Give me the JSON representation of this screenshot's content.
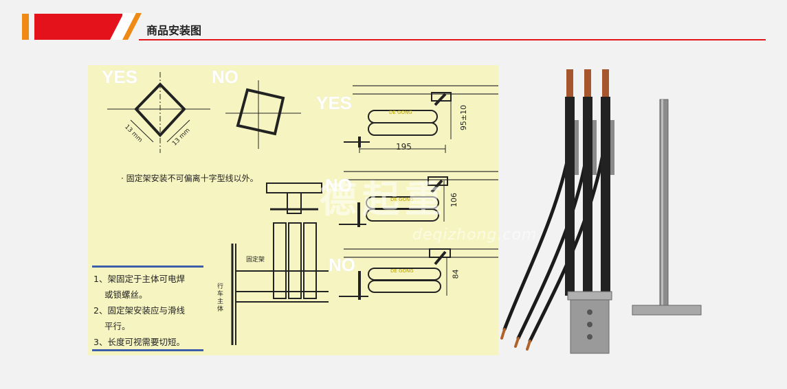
{
  "header": {
    "title": "商品安装图"
  },
  "diagram": {
    "yes_label_1": "YES",
    "no_label_1": "NO",
    "yes_label_2": "YES",
    "no_label_2": "NO",
    "no_label_3": "NO",
    "dim_13mm_a": "13 mm",
    "dim_13mm_b": "13 mm",
    "note": "· 固定架安装不可偏离十字型线以外。",
    "dim_195": "195",
    "dim_95": "95±10",
    "dim_106": "106",
    "dim_84": "84",
    "brand_small_1": "DE GONG",
    "brand_small_2": "DE GONG",
    "brand_small_3": "DE GONG",
    "label_fixed_frame": "固定架",
    "label_vehicle_body": "行车主体",
    "instructions": [
      "1、架固定于主体可电焊",
      "或锁螺丝。",
      "2、固定架安装应与滑线",
      "平行。",
      "3、长度可视需要切短。"
    ]
  },
  "watermark": {
    "cn": "德起重",
    "en": "deqizhong.com"
  },
  "colors": {
    "accent_red": "#e4131b",
    "accent_orange": "#f08a17",
    "panel_bg": "#f6f5c2",
    "rule_blue": "#3c5ea8"
  }
}
